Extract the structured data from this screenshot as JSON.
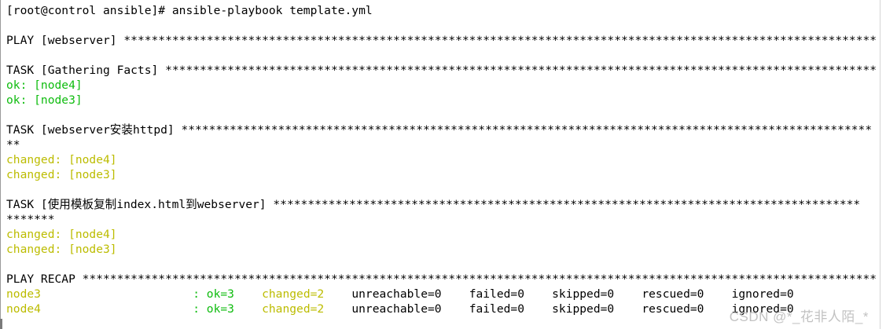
{
  "palette": {
    "d": "#000000",
    "g": "#0fbc0f",
    "y": "#bcbc00"
  },
  "terminal": {
    "command": "[root@control ansible]# ansible-playbook template.yml",
    "lines": [
      {
        "segments": [
          {
            "t": "[root@control ansible]# ansible-playbook template.yml",
            "c": "d"
          }
        ]
      },
      {
        "segments": []
      },
      {
        "segments": [
          {
            "t": "PLAY [webserver] ",
            "c": "d"
          },
          {
            "t": "*",
            "r": 109,
            "c": "d"
          }
        ]
      },
      {
        "segments": []
      },
      {
        "segments": [
          {
            "t": "TASK [Gathering Facts] ",
            "c": "d"
          },
          {
            "t": "*",
            "r": 103,
            "c": "d"
          }
        ]
      },
      {
        "segments": [
          {
            "t": "ok: [node4]",
            "c": "g"
          }
        ]
      },
      {
        "segments": [
          {
            "t": "ok: [node3]",
            "c": "g"
          }
        ]
      },
      {
        "segments": []
      },
      {
        "segments": [
          {
            "t": "TASK [webserver安装httpd] ",
            "c": "d"
          },
          {
            "t": "*",
            "r": 100,
            "c": "d"
          }
        ]
      },
      {
        "segments": [
          {
            "t": "**",
            "c": "d"
          }
        ]
      },
      {
        "segments": [
          {
            "t": "changed: [node4]",
            "c": "y"
          }
        ]
      },
      {
        "segments": [
          {
            "t": "changed: [node3]",
            "c": "y"
          }
        ]
      },
      {
        "segments": []
      },
      {
        "segments": [
          {
            "t": "TASK [使用模板复制index.html到webserver] ",
            "c": "d"
          },
          {
            "t": "*",
            "r": 85,
            "c": "d"
          }
        ]
      },
      {
        "segments": [
          {
            "t": "*******",
            "c": "d"
          }
        ]
      },
      {
        "segments": [
          {
            "t": "changed: [node4]",
            "c": "y"
          }
        ]
      },
      {
        "segments": [
          {
            "t": "changed: [node3]",
            "c": "y"
          }
        ]
      },
      {
        "segments": []
      },
      {
        "segments": [
          {
            "t": "PLAY RECAP ",
            "c": "d"
          },
          {
            "t": "*",
            "r": 115,
            "c": "d"
          }
        ]
      },
      {
        "segments": [
          {
            "t": "node3                      ",
            "c": "y"
          },
          {
            "t": ": ok=3",
            "c": "g"
          },
          {
            "t": "    ",
            "c": "d"
          },
          {
            "t": "changed=2",
            "c": "y"
          },
          {
            "t": "    unreachable=0    failed=0    skipped=0    rescued=0    ignored=0",
            "c": "d"
          }
        ]
      },
      {
        "segments": [
          {
            "t": "node4                      ",
            "c": "y"
          },
          {
            "t": ": ok=3",
            "c": "g"
          },
          {
            "t": "    ",
            "c": "d"
          },
          {
            "t": "changed=2",
            "c": "y"
          },
          {
            "t": "    unreachable=0    failed=0    skipped=0    rescued=0    ignored=0",
            "c": "d"
          }
        ]
      }
    ]
  },
  "watermark": {
    "text": "CSDN @*_花非人陌_*"
  }
}
